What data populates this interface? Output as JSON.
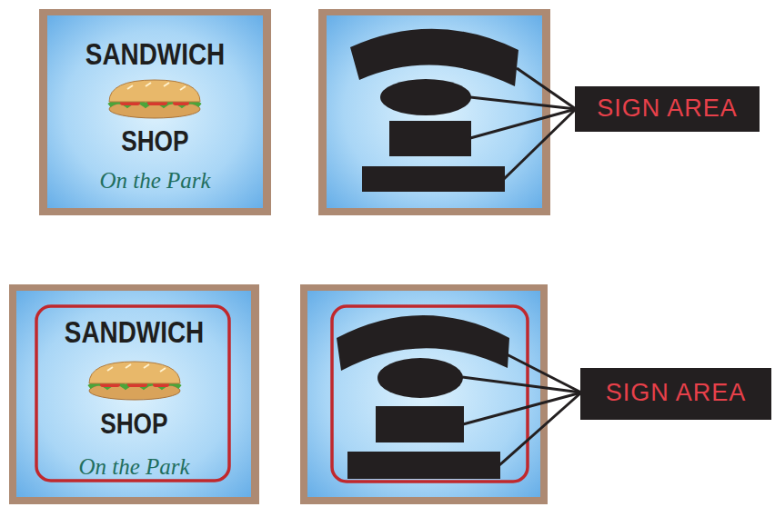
{
  "diagram": {
    "nodes": [
      {
        "text": [
          "SANDWICH",
          "SHOP",
          "On the Park"
        ]
      },
      {
        "text": [
          "SIGN AREA"
        ]
      },
      {
        "text": [
          "SANDWICH",
          "SHOP",
          "On the Park"
        ]
      },
      {
        "text": [
          "SIGN AREA"
        ]
      }
    ]
  }
}
